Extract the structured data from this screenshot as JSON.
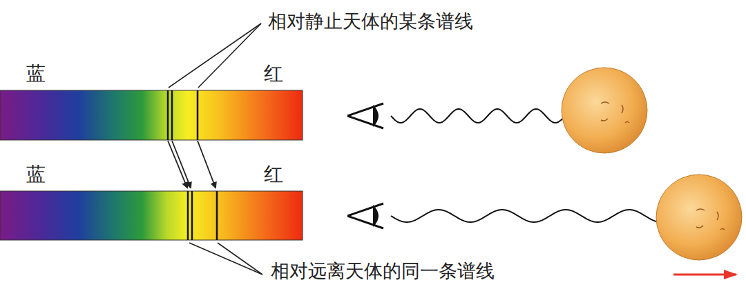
{
  "diagram": {
    "labels": [
      "相对静止天体的某条谱线",
      "蓝",
      "红",
      "蓝",
      "红",
      "相对远离天体的同一条谱线"
    ]
  }
}
